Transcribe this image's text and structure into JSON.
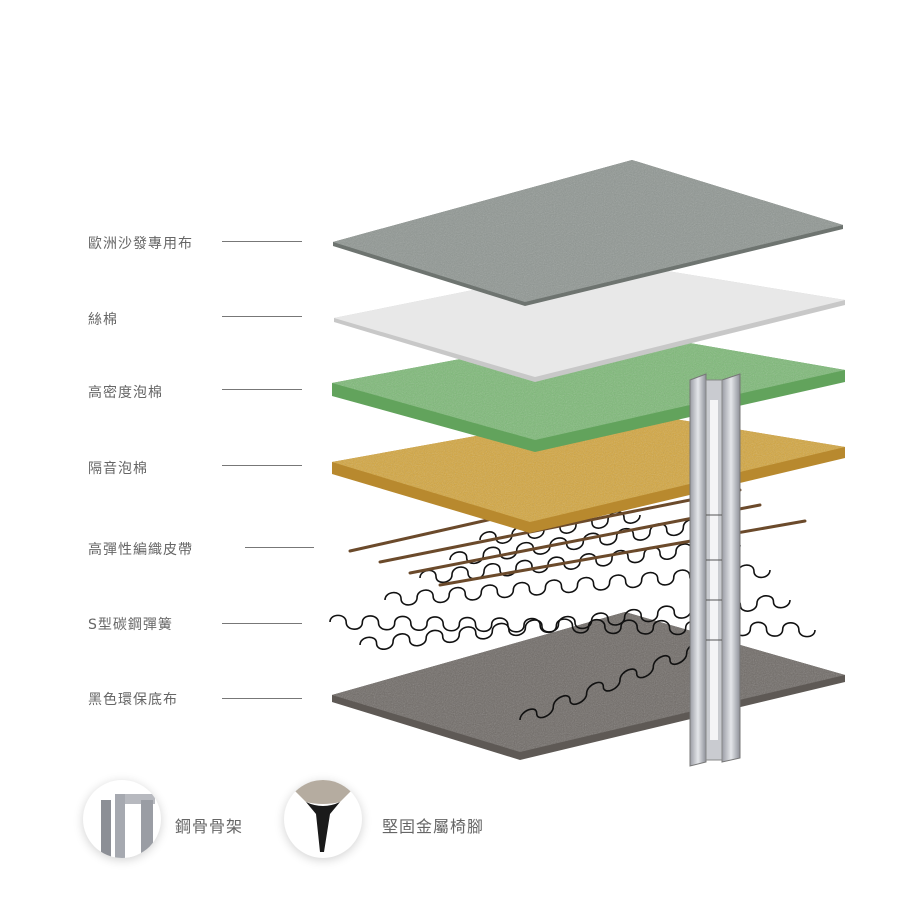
{
  "layers": [
    {
      "label": "歐洲沙發專用布",
      "color": "#8f9692"
    },
    {
      "label": "絲棉",
      "color": "#e6e6e6"
    },
    {
      "label": "高密度泡棉",
      "color": "#7dba77"
    },
    {
      "label": "隔音泡棉",
      "color": "#d4a63e"
    },
    {
      "label": "高彈性編織皮帶",
      "color": "#6b4a2b"
    },
    {
      "label": "S型碳鋼彈簧",
      "color": "#111111"
    },
    {
      "label": "黑色環保底布",
      "color": "#6f6a66"
    }
  ],
  "features": [
    {
      "label": "鋼骨骨架",
      "icon": "steel-frame-icon"
    },
    {
      "label": "堅固金屬椅腳",
      "icon": "metal-leg-icon"
    }
  ]
}
